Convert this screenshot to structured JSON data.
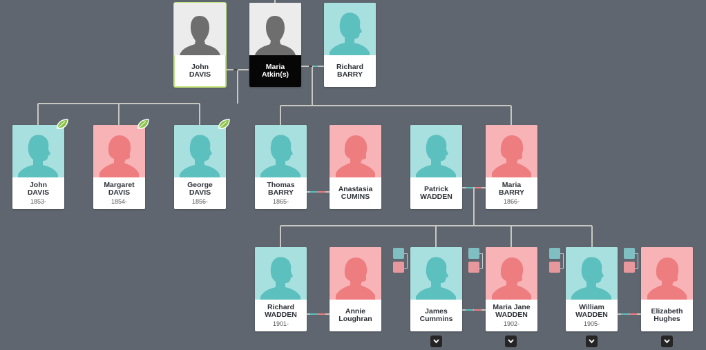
{
  "people": {
    "john_davis_sr": {
      "first": "John",
      "last": "DAVIS",
      "years": ""
    },
    "maria_atkins": {
      "first": "Maria",
      "last": "Atkin(s)",
      "years": ""
    },
    "richard_barry": {
      "first": "Richard",
      "last": "BARRY",
      "years": ""
    },
    "john_davis_jr": {
      "first": "John",
      "last": "DAVIS",
      "years": "1853-"
    },
    "margaret_davis": {
      "first": "Margaret",
      "last": "DAVIS",
      "years": "1854-"
    },
    "george_davis": {
      "first": "George",
      "last": "DAVIS",
      "years": "1856-"
    },
    "thomas_barry": {
      "first": "Thomas",
      "last": "BARRY",
      "years": "1865-"
    },
    "anastasia_cumins": {
      "first": "Anastasia",
      "last": "CUMINS",
      "years": ""
    },
    "patrick_wadden": {
      "first": "Patrick",
      "last": "WADDEN",
      "years": ""
    },
    "maria_barry": {
      "first": "Maria",
      "last": "BARRY",
      "years": "1866-"
    },
    "richard_wadden": {
      "first": "Richard",
      "last": "WADDEN",
      "years": "1901-"
    },
    "annie_loughran": {
      "first": "Annie",
      "last": "Loughran",
      "years": ""
    },
    "james_cummins": {
      "first": "James",
      "last": "Cummins",
      "years": ""
    },
    "maria_jane_wadden": {
      "first": "Maria Jane",
      "last": "WADDEN",
      "years": "1902-"
    },
    "william_wadden": {
      "first": "William",
      "last": "WADDEN",
      "years": "1905-"
    },
    "elizabeth_hughes": {
      "first": "Elizabeth",
      "last": "Hughes",
      "years": ""
    }
  },
  "colors": {
    "background": "#5f6670",
    "male_photo": "#a8dfdf",
    "male_silhouette": "#5cc0bf",
    "female_photo": "#f7b3b6",
    "female_silhouette": "#ee7d80",
    "unknown_photo": "#ececec",
    "unknown_silhouette": "#6e6e6e",
    "selected_outline": "#c3e27a",
    "connector": "#c8c8c0"
  },
  "icons": {
    "hint": "leaf-icon",
    "parents": "parents-icon",
    "expand": "chevron-down-icon"
  }
}
